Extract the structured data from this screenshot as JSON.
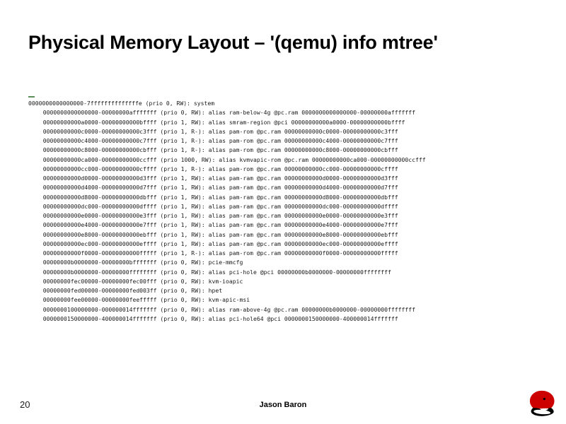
{
  "slide": {
    "title": "Physical Memory Layout – '(qemu) info mtree'",
    "background_color": "#ffffff",
    "text_color": "#000000"
  },
  "terminal": {
    "cursor_color": "#5a8f5a",
    "text_color": "#1a1a1a",
    "lines": [
      {
        "indent": false,
        "text": "0000000000000000-7ffffffffffffffe (prio 0, RW): system"
      },
      {
        "indent": true,
        "text": "  0000000000000000-00000000afffffff (prio 0, RW): alias ram-below-4g @pc.ram 0000000000000000-00000000afffffff"
      },
      {
        "indent": true,
        "text": "  00000000000a0000-00000000000bffff (prio 1, RW): alias smram-region @pci 00000000000a0000-00000000000bffff"
      },
      {
        "indent": true,
        "text": "  00000000000c0000-00000000000c3fff (prio 1, R-): alias pam-rom @pc.ram 00000000000c0000-00000000000c3fff"
      },
      {
        "indent": true,
        "text": "  00000000000c4000-00000000000c7fff (prio 1, R-): alias pam-rom @pc.ram 00000000000c4000-00000000000c7fff"
      },
      {
        "indent": true,
        "text": "  00000000000c8000-00000000000cbfff (prio 1, R-): alias pam-rom @pc.ram 00000000000c8000-00000000000cbfff"
      },
      {
        "indent": true,
        "text": "  00000000000ca000-00000000000ccfff (prio 1000, RW): alias kvmvapic-rom @pc.ram 00000000000ca000-00000000000ccfff"
      },
      {
        "indent": true,
        "text": "  00000000000cc000-00000000000cffff (prio 1, R-): alias pam-rom @pc.ram 00000000000cc000-00000000000cffff"
      },
      {
        "indent": true,
        "text": "  00000000000d0000-00000000000d3fff (prio 1, RW): alias pam-ram @pc.ram 00000000000d0000-00000000000d3fff"
      },
      {
        "indent": true,
        "text": "  00000000000d4000-00000000000d7fff (prio 1, RW): alias pam-ram @pc.ram 00000000000d4000-00000000000d7fff"
      },
      {
        "indent": true,
        "text": "  00000000000d8000-00000000000dbfff (prio 1, RW): alias pam-ram @pc.ram 00000000000d8000-00000000000dbfff"
      },
      {
        "indent": true,
        "text": "  00000000000dc000-00000000000dffff (prio 1, RW): alias pam-ram @pc.ram 00000000000dc000-00000000000dffff"
      },
      {
        "indent": true,
        "text": "  00000000000e0000-00000000000e3fff (prio 1, RW): alias pam-ram @pc.ram 00000000000e0000-00000000000e3fff"
      },
      {
        "indent": true,
        "text": "  00000000000e4000-00000000000e7fff (prio 1, RW): alias pam-ram @pc.ram 00000000000e4000-00000000000e7fff"
      },
      {
        "indent": true,
        "text": "  00000000000e8000-00000000000ebfff (prio 1, RW): alias pam-ram @pc.ram 00000000000e8000-00000000000ebfff"
      },
      {
        "indent": true,
        "text": "  00000000000ec000-00000000000effff (prio 1, RW): alias pam-ram @pc.ram 00000000000ec000-00000000000effff"
      },
      {
        "indent": true,
        "text": "  00000000000f0000-00000000000fffff (prio 1, R-): alias pam-rom @pc.ram 00000000000f0000-00000000000fffff"
      },
      {
        "indent": true,
        "text": "  00000000b0000000-00000000bfffffff (prio 0, RW): pcie-mmcfg"
      },
      {
        "indent": true,
        "text": "  00000000b0000000-00000000ffffffff (prio 0, RW): alias pci-hole @pci 00000000b0000000-00000000ffffffff"
      },
      {
        "indent": true,
        "text": "  00000000fec00000-00000000fec00fff (prio 0, RW): kvm-ioapic"
      },
      {
        "indent": true,
        "text": "  00000000fed00000-00000000fed003ff (prio 0, RW): hpet"
      },
      {
        "indent": true,
        "text": "  00000000fee00000-00000000feefffff (prio 0, RW): kvm-apic-msi"
      },
      {
        "indent": true,
        "text": "  0000000100000000-000000014fffffff (prio 0, RW): alias ram-above-4g @pc.ram 00000000b0000000-00000000ffffffff"
      },
      {
        "indent": true,
        "text": "  0000000150000000-400000014fffffff (prio 0, RW): alias pci-hole64 @pci 0000000150000000-400000014fffffff"
      }
    ]
  },
  "footer": {
    "page_number": "20",
    "author": "Jason Baron",
    "logo_name": "red-hat-shadowman-logo",
    "logo_red": "#cc0000",
    "logo_black": "#000000"
  }
}
